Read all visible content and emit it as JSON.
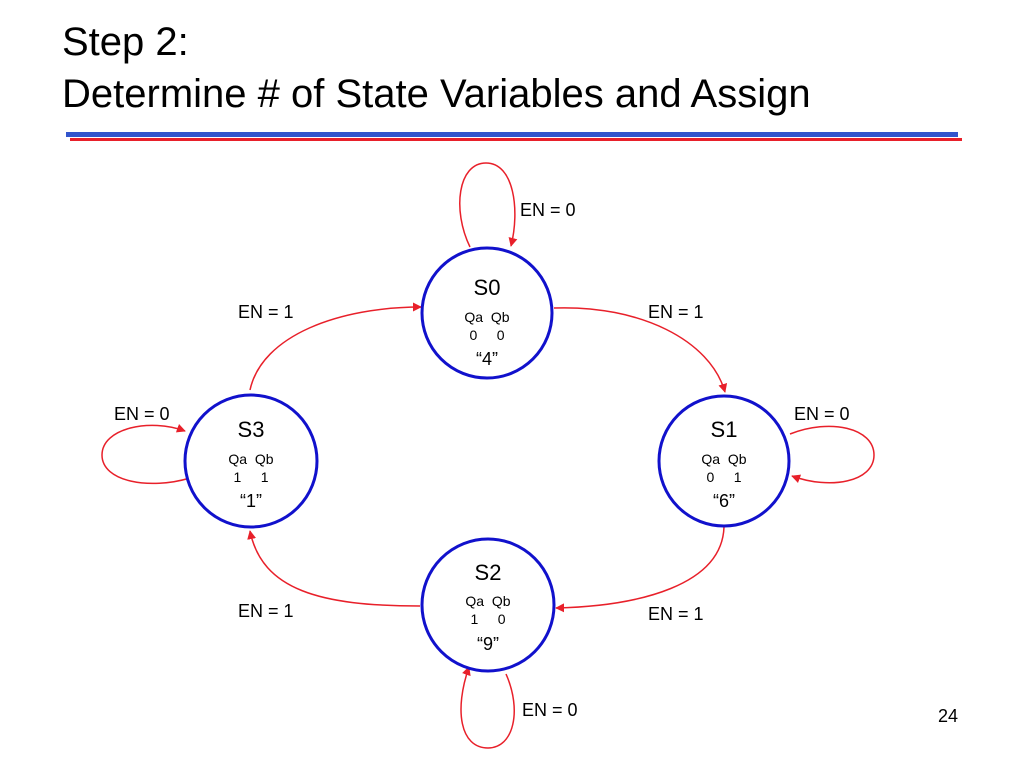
{
  "slide": {
    "title_line1": "Step 2:",
    "title_line2": "Determine # of State Variables and Assign",
    "page_number": "24"
  },
  "colors": {
    "state_border": "#1111cc",
    "transition": "#e8202a",
    "rule_blue": "#3355cc",
    "rule_red": "#e8202a"
  },
  "states": [
    {
      "id": "s0",
      "name": "S0",
      "header": "Qa  Qb",
      "bits": "0     0",
      "value": "“4”"
    },
    {
      "id": "s1",
      "name": "S1",
      "header": "Qa  Qb",
      "bits": "0     1",
      "value": "“6”"
    },
    {
      "id": "s2",
      "name": "S2",
      "header": "Qa  Qb",
      "bits": "1     0",
      "value": "“9”"
    },
    {
      "id": "s3",
      "name": "S3",
      "header": "Qa  Qb",
      "bits": "1     1",
      "value": "“1”"
    }
  ],
  "transitions": {
    "s0_self": "EN = 0",
    "s1_self": "EN = 0",
    "s2_self": "EN = 0",
    "s3_self": "EN = 0",
    "s0_to_s1": "EN = 1",
    "s1_to_s2": "EN = 1",
    "s2_to_s3": "EN = 1",
    "s3_to_s0": "EN = 1"
  }
}
